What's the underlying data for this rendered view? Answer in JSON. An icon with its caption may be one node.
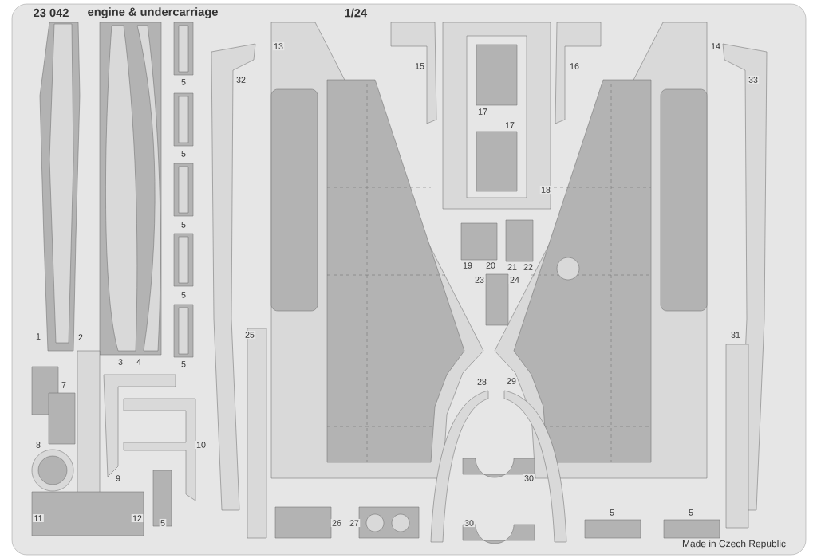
{
  "diagram": {
    "title": "engine & undercarriage",
    "labels": [
      "23 042",
      "1/24",
      "13",
      "14",
      "15",
      "16",
      "5",
      "32",
      "33",
      "17",
      "17",
      "5",
      "18",
      "5",
      "19",
      "20",
      "21",
      "22",
      "23",
      "24",
      "5",
      "1",
      "2",
      "25",
      "31",
      "3",
      "4",
      "5",
      "7",
      "28",
      "29",
      "8",
      "10",
      "9",
      "30",
      "11",
      "12",
      "5",
      "26",
      "27",
      "30",
      "5",
      "5",
      "Made in Czech Republic"
    ]
  }
}
